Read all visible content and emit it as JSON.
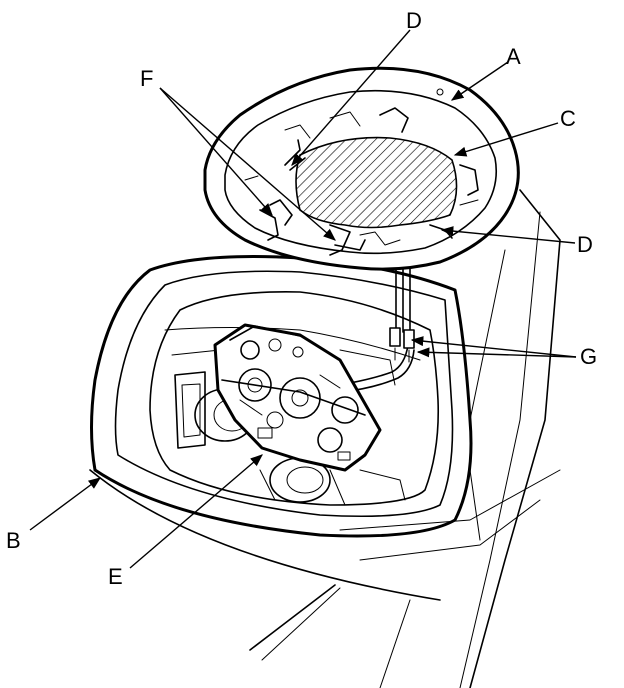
{
  "callouts": {
    "a": "A",
    "b": "B",
    "c": "C",
    "d_top": "D",
    "d_right": "D",
    "e": "E",
    "f": "F",
    "g": "G"
  }
}
